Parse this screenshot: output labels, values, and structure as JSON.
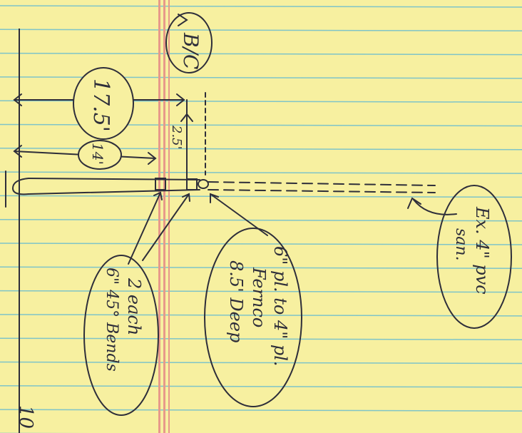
{
  "sheet": {
    "paper_color": "#f7f0a0",
    "rule_color": "#7fc4c8",
    "margin_color": "#e7998a",
    "ink_color": "#2e2e3a"
  },
  "labels": {
    "bc": "B/C",
    "dim_long": "17.5'",
    "dim_short": "14'",
    "offset": "2.5'",
    "pipe_note_line1": "6\" pl. to 4\" pl.",
    "pipe_note_line2": "Fernco",
    "pipe_note_line3": "8.5' Deep",
    "bends_line1": "2 each",
    "bends_line2": "6\" 45° Bends",
    "existing_line1": "Ex. 4\" pvc",
    "existing_line2": "san.",
    "page_number": "10"
  }
}
